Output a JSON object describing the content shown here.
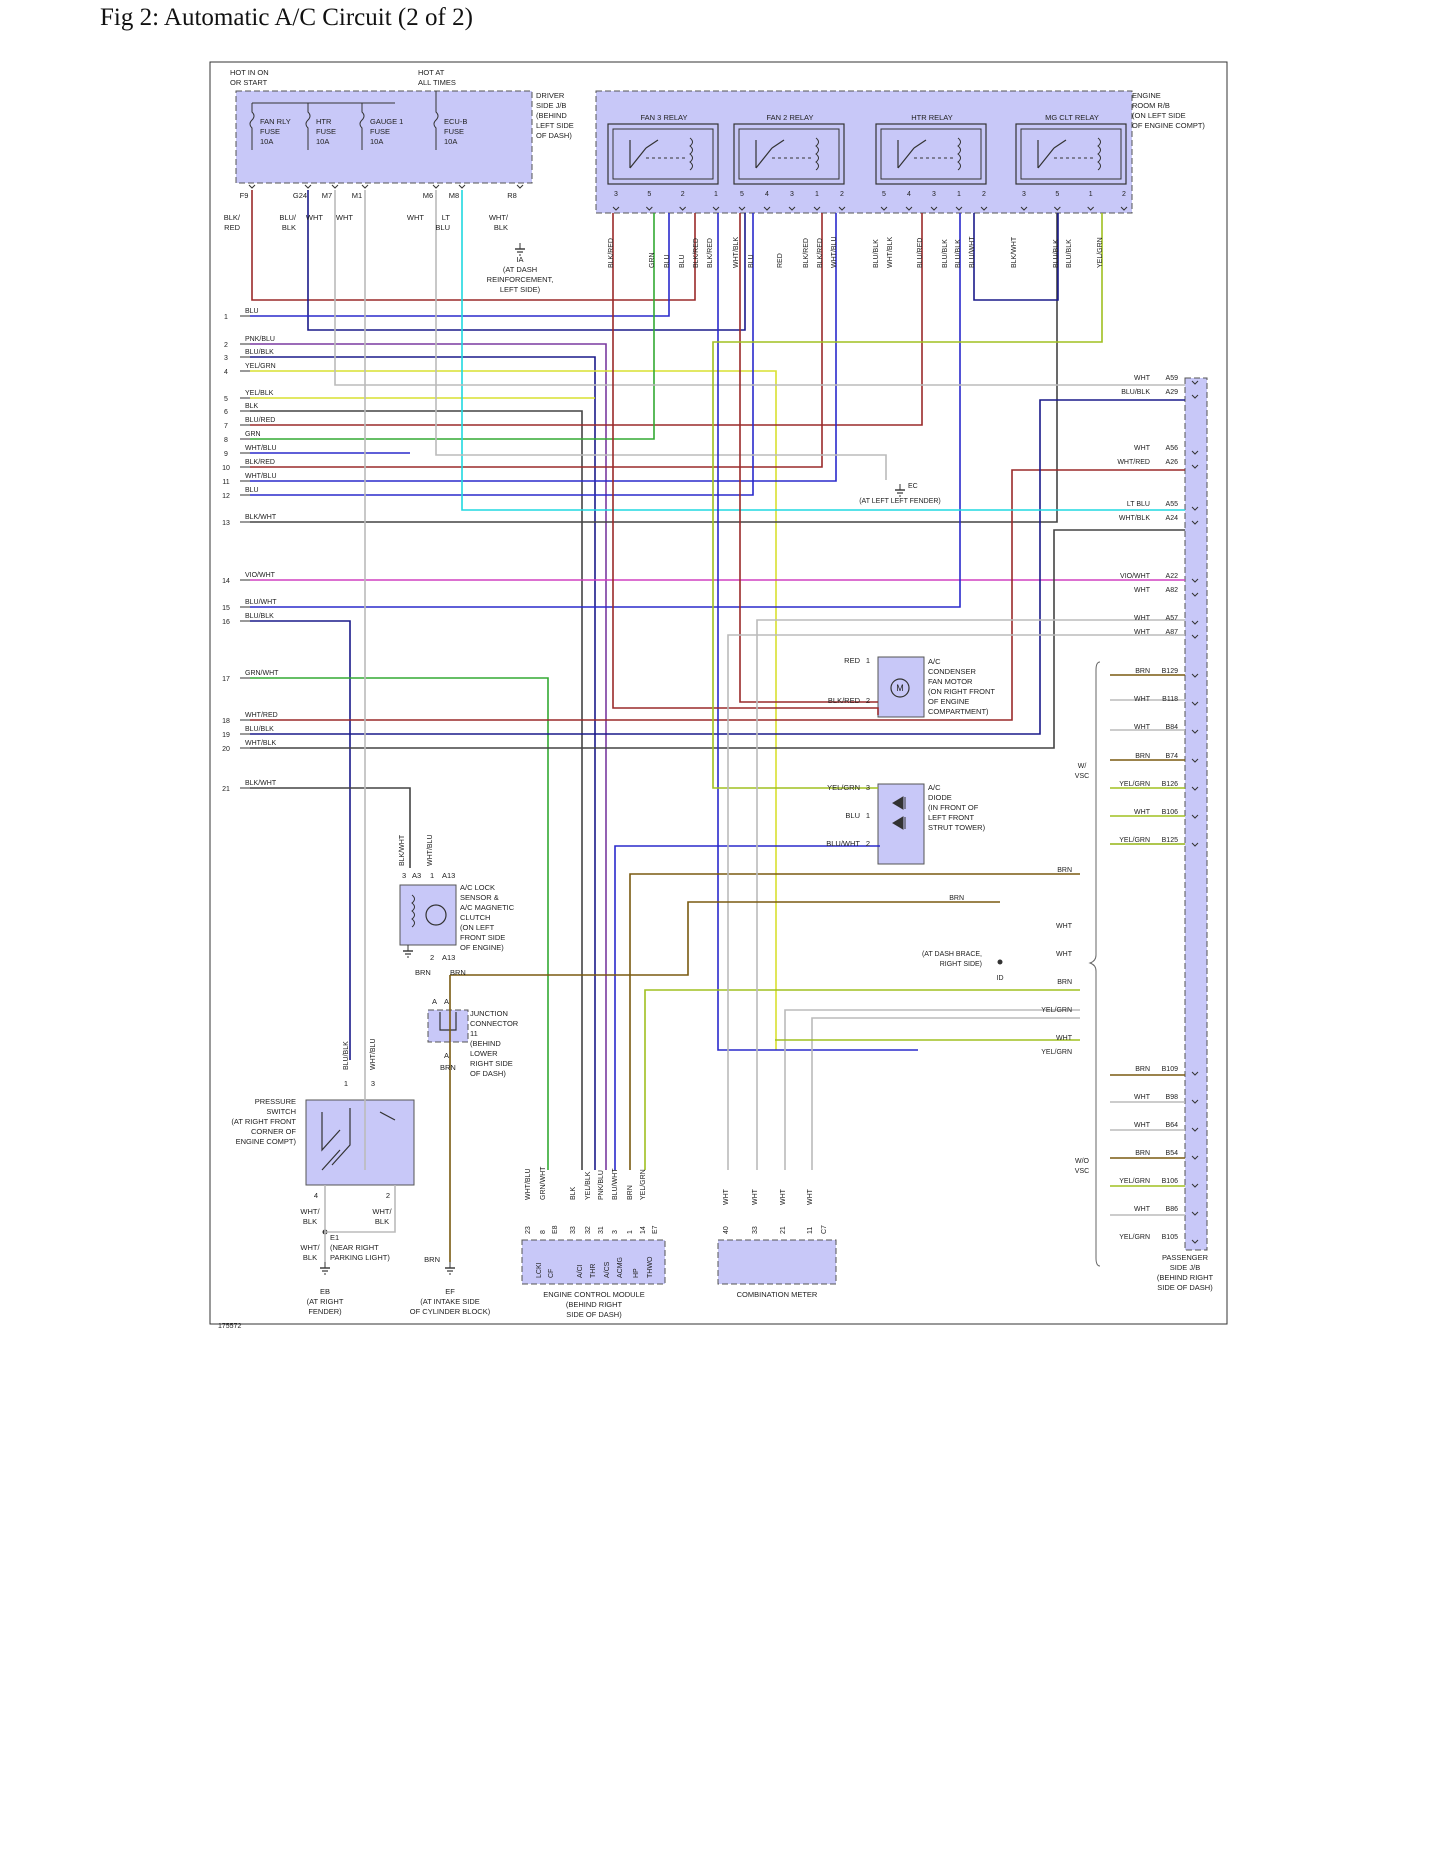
{
  "title": "Fig 2: Automatic A/C Circuit (2 of 2)",
  "figure_id": "175572",
  "colors": {
    "box_fill": "#c8c8f8",
    "box_stroke": "#555555",
    "RED": "#9a2a2a",
    "BLU": "#2a2acc",
    "DARKBLU": "#1a1a8a",
    "GRN": "#33aa33",
    "YEL": "#d8e030",
    "YELGRN": "#a0c020",
    "WHT": "#bbbbbb",
    "BLK": "#444444",
    "BRN": "#7a5a10",
    "CYAN": "#20d8e0",
    "PNK": "#7a3aa0",
    "VIO": "#d040c0"
  },
  "headers": {
    "hot_on_start": [
      "HOT IN ON",
      "OR START"
    ],
    "hot_all_times": [
      "HOT AT",
      "ALL TIMES"
    ],
    "driver_jb": [
      "DRIVER",
      "SIDE J/B",
      "(BEHIND",
      "LEFT SIDE",
      "OF DASH)"
    ],
    "engine_rb": [
      "ENGINE",
      "ROOM R/B",
      "(ON LEFT SIDE",
      "OF ENGINE COMPT)"
    ]
  },
  "fuses": [
    {
      "name": [
        "FAN RLY",
        "FUSE",
        "10A"
      ]
    },
    {
      "name": [
        "HTR",
        "FUSE",
        "10A"
      ]
    },
    {
      "name": [
        "GAUGE 1",
        "FUSE",
        "10A"
      ]
    },
    {
      "name": [
        "ECU-B",
        "FUSE",
        "10A"
      ]
    }
  ],
  "jb_pins": [
    {
      "pin": "F9",
      "wire": [
        "BLK/",
        "RED"
      ]
    },
    {
      "pin": "G24",
      "wire": [
        "BLU/",
        "BLK"
      ]
    },
    {
      "pin": "M7",
      "wire": [
        "WHT"
      ]
    },
    {
      "pin": "M1",
      "wire": [
        "WHT"
      ]
    },
    {
      "pin": "M6",
      "wire": [
        "WHT"
      ]
    },
    {
      "pin": "M8",
      "wire": [
        "LT",
        "BLU"
      ]
    },
    {
      "pin": "R8",
      "wire": [
        "WHT/",
        "BLK"
      ]
    }
  ],
  "ground_ia": [
    "IA",
    "(AT DASH",
    "REINFORCEMENT,",
    "LEFT SIDE)"
  ],
  "relays": [
    {
      "name": "FAN 3 RELAY",
      "pins": [
        "3",
        "5",
        "2",
        "1"
      ]
    },
    {
      "name": "FAN 2 RELAY",
      "pins": [
        "5",
        "4",
        "3",
        "1",
        "2"
      ]
    },
    {
      "name": "HTR RELAY",
      "pins": [
        "5",
        "4",
        "3",
        "1",
        "2"
      ]
    },
    {
      "name": "MG CLT RELAY",
      "pins": [
        "3",
        "5",
        "1",
        "2"
      ]
    }
  ],
  "relay_wires": [
    "BLK/RED",
    "GRN",
    "BLU",
    "BLU",
    "BLK/RED",
    "BLK/RED",
    "WHT/BLK",
    "BLU",
    "RED",
    "BLK/RED",
    "BLK/RED",
    "WHT/BLU",
    "BLU/BLK",
    "WHT/BLK",
    "BLU/RED",
    "BLU/BLK",
    "BLU/BLK",
    "BLU/WHT",
    "BLK/WHT",
    "BLU/BLK",
    "BLU/BLK",
    "YEL/GRN"
  ],
  "bus_lines": [
    {
      "num": "1",
      "label": "BLU"
    },
    {
      "num": "2",
      "label": "PNK/BLU"
    },
    {
      "num": "3",
      "label": "BLU/BLK"
    },
    {
      "num": "4",
      "label": "YEL/GRN"
    },
    {
      "num": "5",
      "label": "YEL/BLK"
    },
    {
      "num": "6",
      "label": "BLK"
    },
    {
      "num": "7",
      "label": "BLU/RED"
    },
    {
      "num": "8",
      "label": "GRN"
    },
    {
      "num": "9",
      "label": "WHT/BLU"
    },
    {
      "num": "10",
      "label": "BLK/RED"
    },
    {
      "num": "11",
      "label": "WHT/BLU"
    },
    {
      "num": "12",
      "label": "BLU"
    },
    {
      "num": "13",
      "label": "BLK/WHT"
    },
    {
      "num": "14",
      "label": "VIO/WHT"
    },
    {
      "num": "15",
      "label": "BLU/WHT"
    },
    {
      "num": "16",
      "label": "BLU/BLK"
    },
    {
      "num": "17",
      "label": "GRN/WHT"
    },
    {
      "num": "18",
      "label": "WHT/RED"
    },
    {
      "num": "19",
      "label": "BLU/BLK"
    },
    {
      "num": "20",
      "label": "WHT/BLK"
    },
    {
      "num": "21",
      "label": "BLK/WHT"
    }
  ],
  "ground_ec": [
    "EC",
    "(AT LEFT LEFT FENDER)"
  ],
  "passenger_a_pins": [
    {
      "wire": "WHT",
      "pin": "A59"
    },
    {
      "wire": "BLU/BLK",
      "pin": "A29"
    },
    {
      "wire": "WHT",
      "pin": "A56"
    },
    {
      "wire": "WHT/RED",
      "pin": "A26"
    },
    {
      "wire": "LT BLU",
      "pin": "A55"
    },
    {
      "wire": "WHT/BLK",
      "pin": "A24"
    },
    {
      "wire": "VIO/WHT",
      "pin": "A22"
    },
    {
      "wire": "WHT",
      "pin": "A82"
    },
    {
      "wire": "WHT",
      "pin": "A57"
    },
    {
      "wire": "WHT",
      "pin": "A87"
    }
  ],
  "passenger_b_vsc": [
    {
      "wire": "BRN",
      "pin": "B129"
    },
    {
      "wire": "WHT",
      "pin": "B118"
    },
    {
      "wire": "WHT",
      "pin": "B84"
    },
    {
      "wire": "BRN",
      "pin": "B74"
    },
    {
      "wire": "YEL/GRN",
      "pin": "B126"
    },
    {
      "wire": "WHT",
      "pin": "B106"
    },
    {
      "wire": "YEL/GRN",
      "pin": "B125"
    }
  ],
  "passenger_b_novsc": [
    {
      "wire": "BRN",
      "pin": "B109"
    },
    {
      "wire": "WHT",
      "pin": "B98"
    },
    {
      "wire": "WHT",
      "pin": "B64"
    },
    {
      "wire": "BRN",
      "pin": "B54"
    },
    {
      "wire": "YEL/GRN",
      "pin": "B106"
    },
    {
      "wire": "WHT",
      "pin": "B86"
    },
    {
      "wire": "YEL/GRN",
      "pin": "B105"
    }
  ],
  "w_vsc": [
    "W/",
    "VSC"
  ],
  "wo_vsc": [
    "W/O",
    "VSC"
  ],
  "passenger_jb": [
    "PASSENGER",
    "SIDE J/B",
    "(BEHIND RIGHT",
    "SIDE OF DASH)"
  ],
  "condenser": {
    "label": [
      "A/C",
      "CONDENSER",
      "FAN MOTOR",
      "(ON RIGHT FRONT",
      "OF ENGINE",
      "COMPARTMENT)"
    ],
    "wires": [
      {
        "wire": "RED",
        "pin": "1"
      },
      {
        "wire": "BLK/RED",
        "pin": "2"
      }
    ]
  },
  "diode": {
    "label": [
      "A/C",
      "DIODE",
      "(IN FRONT OF",
      "LEFT FRONT",
      "STRUT TOWER)"
    ],
    "wires": [
      {
        "wire": "YEL/GRN",
        "pin": "3"
      },
      {
        "wire": "BLU",
        "pin": "1"
      },
      {
        "wire": "BLU/WHT",
        "pin": "2"
      }
    ]
  },
  "brace_wires": [
    "BRN",
    "BRN",
    "WHT",
    "WHT",
    "BRN",
    "YEL/GRN",
    "WHT",
    "YEL/GRN"
  ],
  "ground_id": [
    "(AT DASH BRACE,",
    "RIGHT SIDE)",
    "ID"
  ],
  "lock_sensor": {
    "label": [
      "A/C LOCK",
      "SENSOR &",
      "A/C MAGNETIC",
      "CLUTCH",
      "(ON LEFT",
      "FRONT SIDE",
      "OF ENGINE)"
    ],
    "wires_top": [
      "BLK/WHT",
      "WHT/BLU"
    ],
    "pins_top": [
      "3",
      "A3",
      "1",
      "A13"
    ],
    "pin_bottom": [
      "2",
      "A13"
    ],
    "brn": [
      "BRN",
      "BRN"
    ]
  },
  "junction": {
    "label": [
      "JUNCTION",
      "CONNECTOR",
      "11",
      "(BEHIND",
      "LOWER",
      "RIGHT SIDE",
      "OF DASH)"
    ],
    "pins": [
      "A",
      "A",
      "A"
    ],
    "brn": "BRN"
  },
  "pressure_switch": {
    "label": [
      "PRESSURE",
      "SWITCH",
      "(AT RIGHT FRONT",
      "CORNER OF",
      "ENGINE COMPT)"
    ],
    "wires_top": [
      "BLU/BLK",
      "WHT/BLU"
    ],
    "pins_top": [
      "1",
      "3"
    ],
    "pins_bottom": [
      "4",
      "2"
    ],
    "wires_bottom": [
      "WHT/",
      "BLK",
      "WHT/",
      "BLK"
    ]
  },
  "e1": [
    "WHT/",
    "BLK",
    "E1",
    "(NEAR RIGHT",
    "PARKING LIGHT)"
  ],
  "ground_eb": [
    "EB",
    "(AT RIGHT",
    "FENDER)"
  ],
  "ground_ef": [
    "EF",
    "(AT INTAKE SIDE",
    "OF CYLINDER BLOCK)"
  ],
  "ef_brn": "BRN",
  "ecm": {
    "label": [
      "ENGINE CONTROL MODULE",
      "(BEHIND RIGHT",
      "SIDE OF DASH)"
    ],
    "wires": [
      "WHT/BLU",
      "GRN/WHT",
      "BLK",
      "YEL/BLK",
      "PNK/BLU",
      "BLU/WHT",
      "BRN",
      "YEL/GRN"
    ],
    "pins": [
      "23",
      "8",
      "E8",
      "33",
      "32",
      "31",
      "3",
      "1",
      "14",
      "E7"
    ],
    "terms": [
      "LCKI",
      "CF",
      "A/CI",
      "THR",
      "A/CS",
      "ACMG",
      "HP",
      "THWO"
    ]
  },
  "meter": {
    "label": "COMBINATION METER",
    "wires": [
      "WHT",
      "WHT",
      "WHT",
      "WHT"
    ],
    "pins": [
      "40",
      "33",
      "21",
      "11",
      "C7"
    ]
  }
}
